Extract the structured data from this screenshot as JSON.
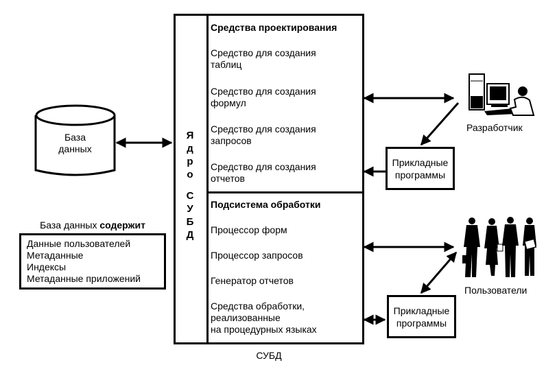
{
  "database": {
    "label_line1": "База",
    "label_line2": "данных"
  },
  "db_contents": {
    "title_regular": "База данных ",
    "title_bold": "содержит",
    "items": [
      "Данные пользователей",
      "Метаданные",
      "Индексы",
      "Метаданные приложений"
    ]
  },
  "core": {
    "letters": [
      "Я",
      "д",
      "р",
      "о",
      "С",
      "У",
      "Б",
      "Д"
    ]
  },
  "design_tools": {
    "heading": "Средства проектирования",
    "items": [
      {
        "line1": "Средство для создания",
        "line2": "таблиц"
      },
      {
        "line1": "Средство для создания",
        "line2": "формул"
      },
      {
        "line1": "Средство для создания",
        "line2": "запросов"
      },
      {
        "line1": "Средство для создания",
        "line2": "отчетов"
      }
    ]
  },
  "processing": {
    "heading": "Подсистема обработки",
    "items": [
      "Процессор форм",
      "Процессор запросов",
      "Генератор отчетов"
    ],
    "last_item": {
      "line1": "Средства обработки,",
      "line2": "реализованные",
      "line3": "на процедурных языках"
    }
  },
  "caption": "СУБД",
  "developer": {
    "label": "Разработчик",
    "icon": "developer-workstation-icon"
  },
  "users": {
    "label": "Пользователи",
    "icon": "users-group-icon"
  },
  "app_programs_top": {
    "line1": "Прикладные",
    "line2": "программы"
  },
  "app_programs_bottom": {
    "line1": "Прикладные",
    "line2": "программы"
  }
}
